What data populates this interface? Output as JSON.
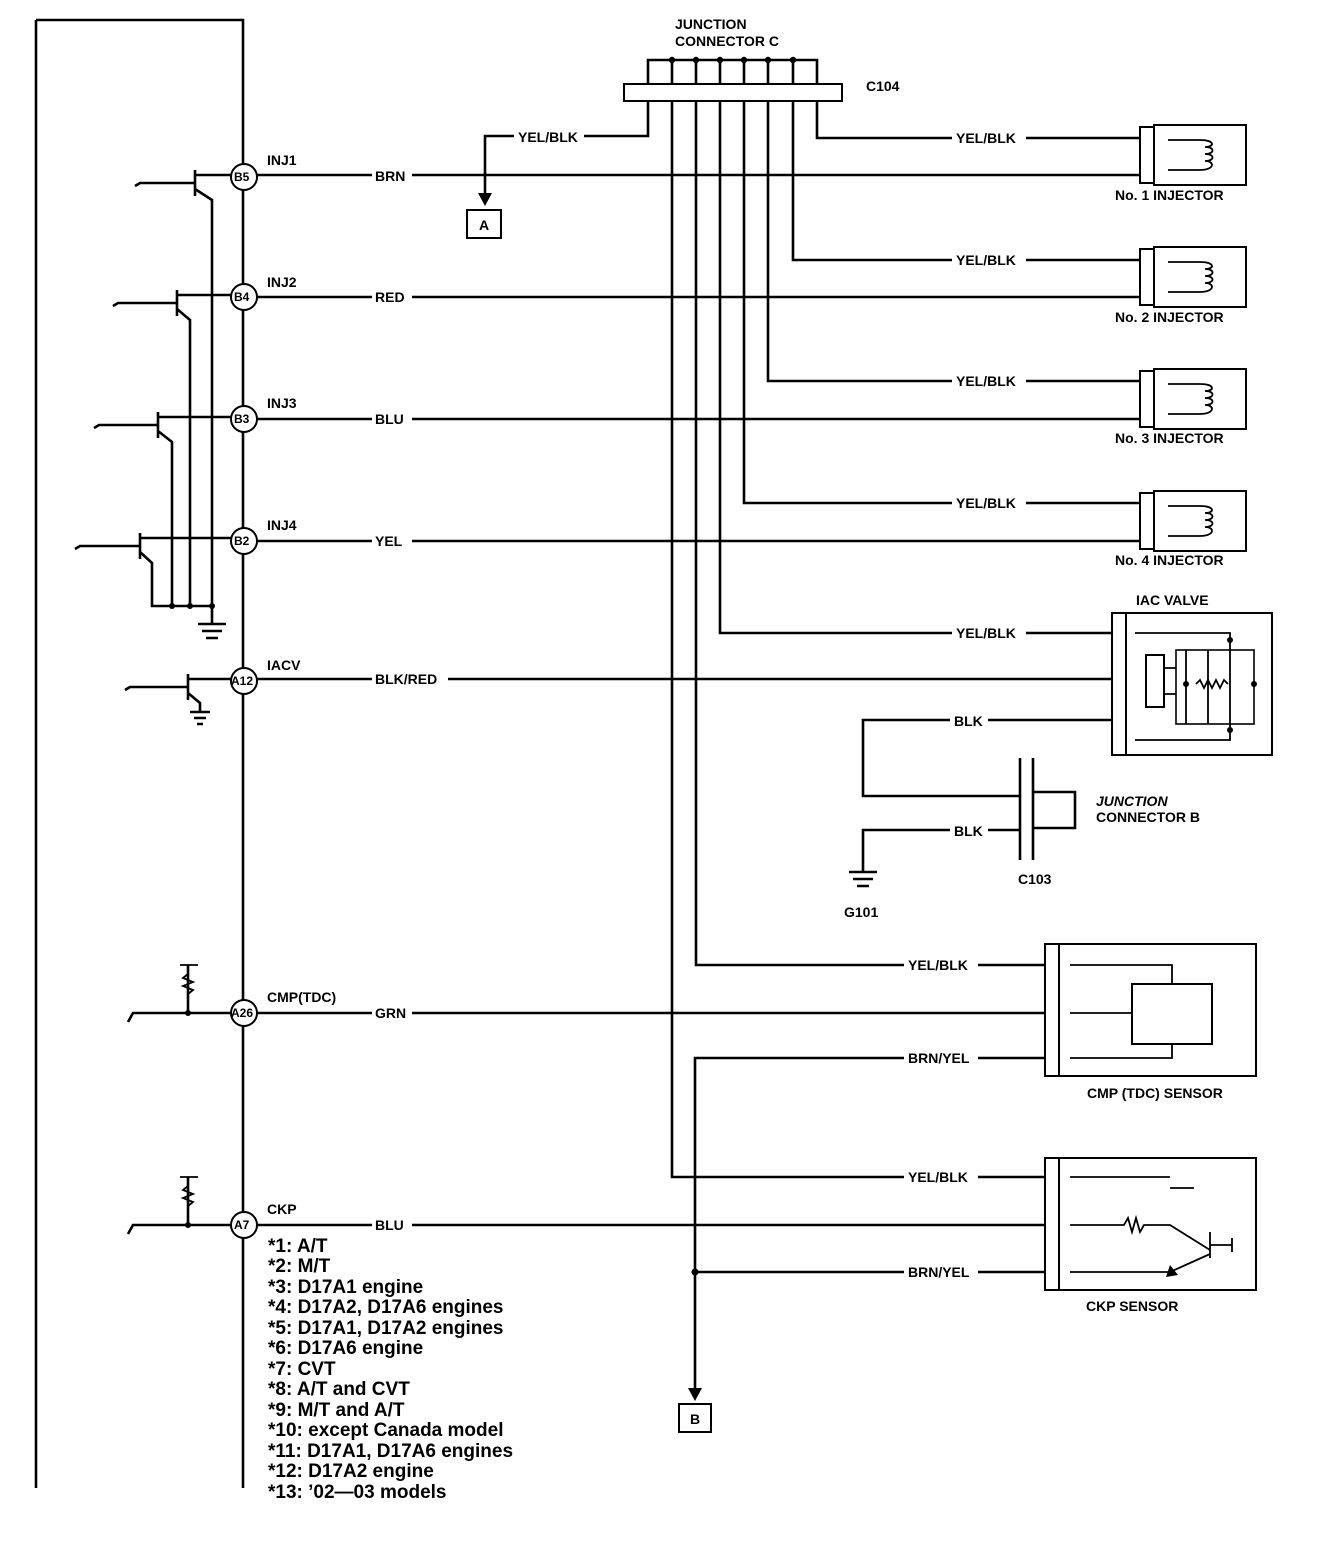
{
  "junction_c": {
    "title_line1": "JUNCTION",
    "title_line2": "CONNECTOR C",
    "connector": "C104"
  },
  "junction_b": {
    "title_line1": "JUNCTION",
    "title_line2": "CONNECTOR B",
    "connector": "C103"
  },
  "ground": "G101",
  "terminals": [
    {
      "pin": "B5",
      "signal": "INJ1",
      "wire": "BRN"
    },
    {
      "pin": "B4",
      "signal": "INJ2",
      "wire": "RED"
    },
    {
      "pin": "B3",
      "signal": "INJ3",
      "wire": "BLU"
    },
    {
      "pin": "B2",
      "signal": "INJ4",
      "wire": "YEL"
    },
    {
      "pin": "A12",
      "signal": "IACV",
      "wire": "BLK/RED"
    },
    {
      "pin": "A26",
      "signal": "CMP(TDC)",
      "wire": "GRN"
    },
    {
      "pin": "A7",
      "signal": "CKP",
      "wire": "BLU"
    }
  ],
  "wires": {
    "yel_blk": "YEL/BLK",
    "blk": "BLK",
    "brn_yel": "BRN/YEL"
  },
  "off_page": {
    "a": "A",
    "b": "B"
  },
  "components": {
    "inj1": "No. 1 INJECTOR",
    "inj2": "No. 2 INJECTOR",
    "inj3": "No. 3 INJECTOR",
    "inj4": "No. 4 INJECTOR",
    "iac": "IAC VALVE",
    "cmp": "CMP (TDC) SENSOR",
    "ckp": "CKP SENSOR"
  },
  "notes": [
    "*1: A/T",
    "*2: M/T",
    "*3: D17A1 engine",
    "*4: D17A2, D17A6 engines",
    "*5: D17A1, D17A2 engines",
    "*6: D17A6 engine",
    "*7: CVT",
    "*8: A/T and CVT",
    "*9: M/T and A/T",
    "*10: except Canada model",
    "*11: D17A1, D17A6 engines",
    "*12: D17A2 engine",
    "*13: ’02—03 models"
  ]
}
